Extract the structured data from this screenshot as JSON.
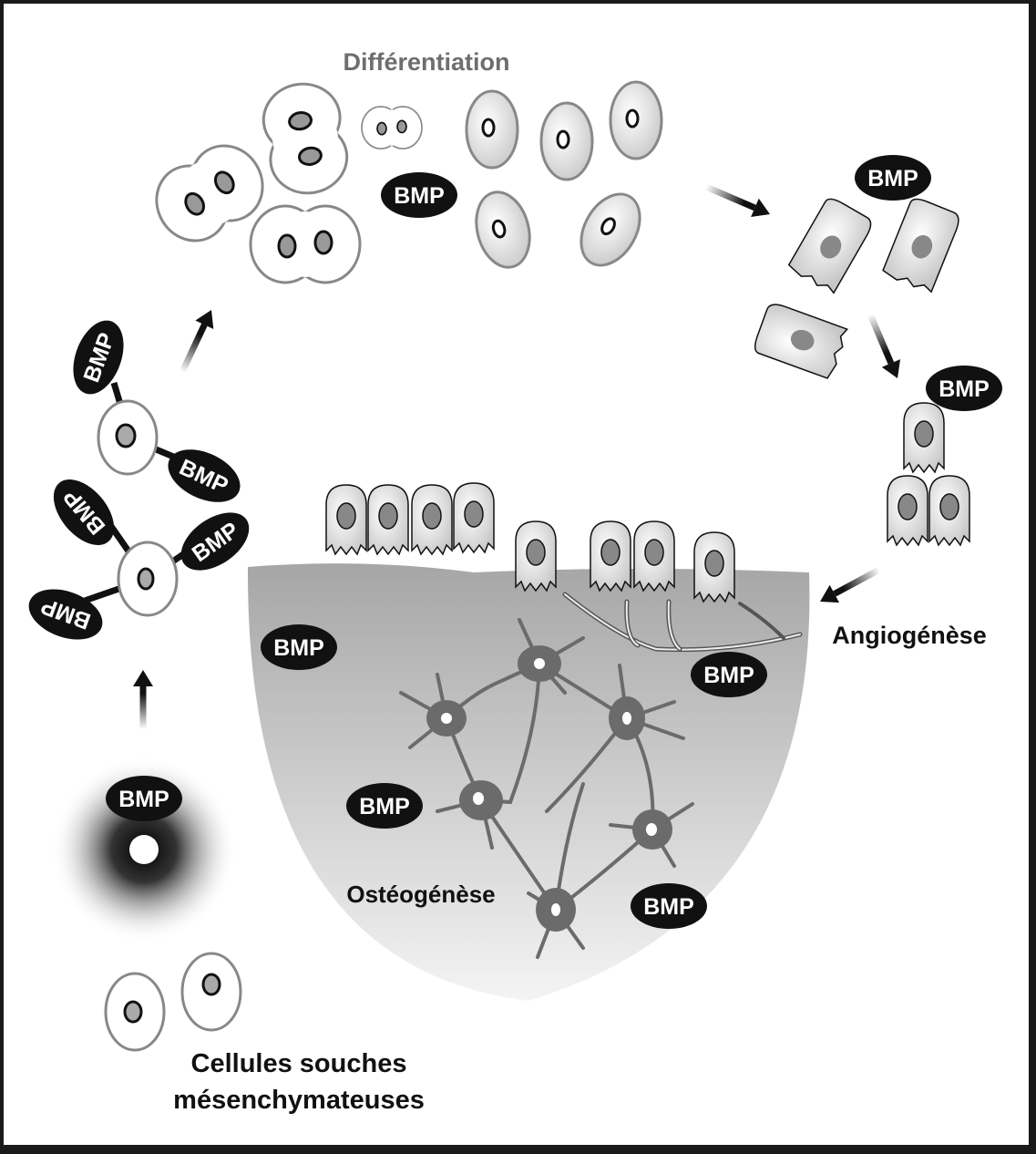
{
  "labels": {
    "differentiation": "Différentiation",
    "angiogenesis": "Angiogénèse",
    "osteogenesis": "Ostéogénèse",
    "stem_cells_line1": "Cellules souches",
    "stem_cells_line2": "mésenchymateuses"
  },
  "bmp_label": "BMP",
  "colors": {
    "border": "#1a1a1a",
    "background": "#ffffff",
    "bmp_fill": "#111111",
    "label_gray": "#6e6e6e",
    "bone_top": "#a9a9a9",
    "bone_bottom": "#f3f3f3",
    "osteocyte": "#6b6b6b",
    "nucleus": "#8a8a8a"
  },
  "stages": [
    "Cellules souches mésenchymateuses",
    "Différentiation",
    "Angiogénèse",
    "Ostéogénèse"
  ]
}
